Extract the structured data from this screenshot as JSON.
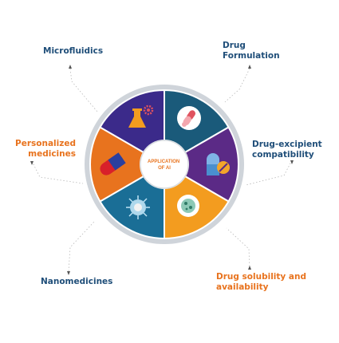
{
  "title": "",
  "center": {
    "line1": "APPLICATION",
    "line2": "OF AI"
  },
  "segments": [
    {
      "key": "drug_formulation",
      "label": "Drug\nFormulation",
      "color": "#1a5a7a",
      "icon": "pills-icon",
      "label_color": "#1f4e79"
    },
    {
      "key": "drug_excipient",
      "label": "Drug-excipient\ncompatibility",
      "color": "#5b2a86",
      "icon": "capsule-tablet-icon",
      "label_color": "#1f4e79"
    },
    {
      "key": "drug_solubility",
      "label": "Drug solubility and\navailability",
      "color": "#f39c1f",
      "icon": "bacteria-icon",
      "label_color": "#e8731e"
    },
    {
      "key": "nanomedicines",
      "label": "Nanomedicines",
      "color": "#1a6e96",
      "icon": "nanoparticle-icon",
      "label_color": "#1f4e79"
    },
    {
      "key": "personalized",
      "label": "Personalized\nmedicines",
      "color": "#e8731e",
      "icon": "capsule-icon",
      "label_color": "#e8731e"
    },
    {
      "key": "microfluidics",
      "label": "Microfluidics",
      "color": "#3b2a8a",
      "icon": "flask-gear-icon",
      "label_color": "#1f4e79"
    }
  ],
  "colors": {
    "ring": "#cfd4da",
    "center_fill": "#ffffff",
    "center_text": "#e8731e",
    "divider": "#ffffff"
  }
}
